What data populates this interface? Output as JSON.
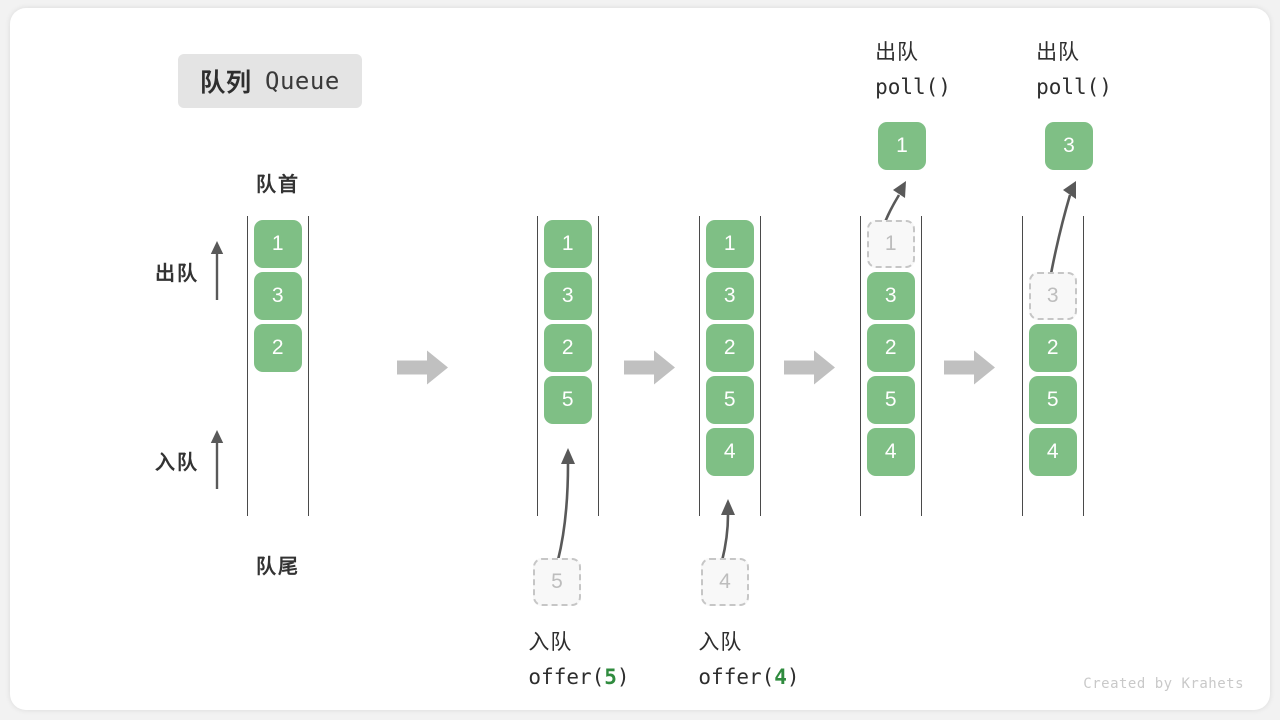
{
  "title": {
    "cn": "队列",
    "en": "Queue"
  },
  "labels": {
    "head": "队首",
    "tail": "队尾",
    "dequeue_dir": "出队",
    "enqueue_dir": "入队"
  },
  "colors": {
    "element_fill": "#7fbf85",
    "element_text": "#ffffff",
    "ghost_fill": "#f8f8f8",
    "ghost_border": "#c6c6c6",
    "ghost_text": "#bdbdbd",
    "rail": "#4a4a4a",
    "flow_arrow": "#c0c0c0",
    "connector": "#595959",
    "badge_bg": "#e4e4e4",
    "code_arg": "#2f8b3e",
    "footer_text": "#c9c9c9"
  },
  "states": [
    {
      "name": "initial",
      "elements": [
        "1",
        "3",
        "2"
      ],
      "ghost_index": null,
      "ghost_value": null
    },
    {
      "name": "after-offer-5",
      "elements": [
        "1",
        "3",
        "2",
        "5"
      ],
      "ghost_index": null,
      "ghost_value": null
    },
    {
      "name": "after-offer-4",
      "elements": [
        "1",
        "3",
        "2",
        "5",
        "4"
      ],
      "ghost_index": null,
      "ghost_value": null
    },
    {
      "name": "during-poll-1",
      "elements": [
        "3",
        "2",
        "5",
        "4"
      ],
      "ghost_index": 0,
      "ghost_value": "1"
    },
    {
      "name": "during-poll-3",
      "elements": [
        "2",
        "5",
        "4"
      ],
      "ghost_index": 1,
      "ghost_value": "3"
    }
  ],
  "operations": [
    {
      "id": "offer-5",
      "kind": "enqueue",
      "cn": "入队",
      "code_prefix": "offer(",
      "arg": "5",
      "code_suffix": ")",
      "pending_value": "5"
    },
    {
      "id": "offer-4",
      "kind": "enqueue",
      "cn": "入队",
      "code_prefix": "offer(",
      "arg": "4",
      "code_suffix": ")",
      "pending_value": "4"
    },
    {
      "id": "poll-1",
      "kind": "dequeue",
      "cn": "出队",
      "code_prefix": "poll(",
      "arg": "",
      "code_suffix": ")",
      "popped_value": "1"
    },
    {
      "id": "poll-3",
      "kind": "dequeue",
      "cn": "出队",
      "code_prefix": "poll(",
      "arg": "",
      "code_suffix": ")",
      "popped_value": "3"
    }
  ],
  "footer": "Created by Krahets"
}
